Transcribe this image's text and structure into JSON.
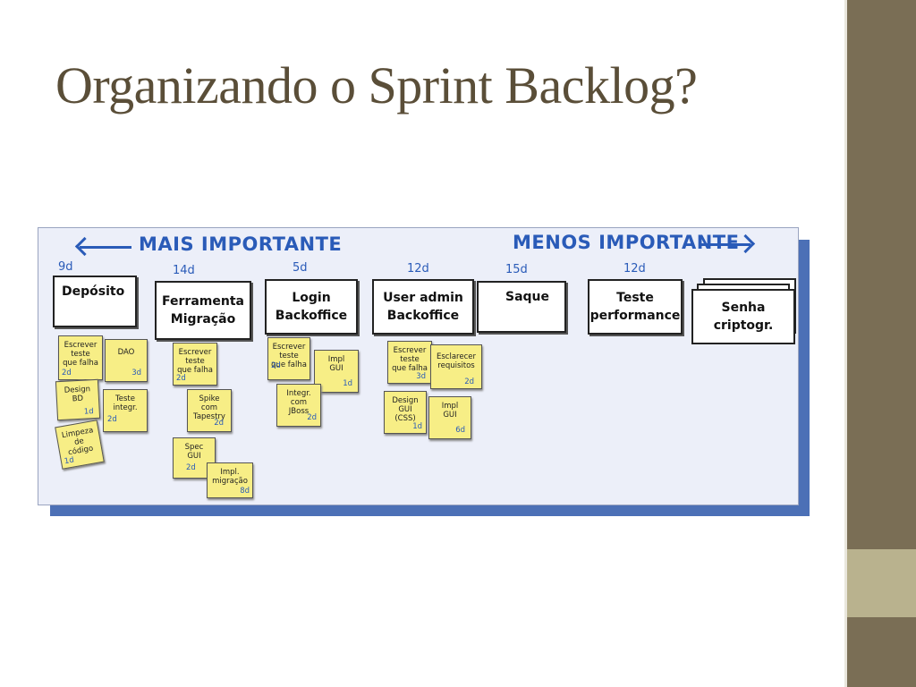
{
  "slide": {
    "title": "Organizando o Sprint Backlog?"
  },
  "board": {
    "left_label": "Mais importante",
    "right_label": "Menos importante",
    "stories": [
      {
        "estimate": "9d",
        "name": "Depósito"
      },
      {
        "estimate": "14d",
        "name": "Ferramenta\nMigração"
      },
      {
        "estimate": "5d",
        "name": "Login\nBackoffice"
      },
      {
        "estimate": "12d",
        "name": "User admin\nBackoffice"
      },
      {
        "estimate": "15d",
        "name": "Saque"
      },
      {
        "estimate": "12d",
        "name": "Teste\nperformance"
      },
      {
        "estimate": "",
        "name": "Senha\ncriptogr."
      }
    ],
    "tasks": [
      {
        "text": "Escrever\nteste\nque falha",
        "estimate": "2d"
      },
      {
        "text": "DAO",
        "estimate": "3d"
      },
      {
        "text": "Design\nBD",
        "estimate": "1d"
      },
      {
        "text": "Teste\nintegr.",
        "estimate": "2d"
      },
      {
        "text": "Limpeza\nde\ncódigo",
        "estimate": "1d"
      },
      {
        "text": "Escrever\nteste\nque falha",
        "estimate": "2d"
      },
      {
        "text": "Spike\ncom\nTapestry",
        "estimate": "2d"
      },
      {
        "text": "Spec\nGUI",
        "estimate": "2d"
      },
      {
        "text": "Impl.\nmigração",
        "estimate": "8d"
      },
      {
        "text": "Escrever\nteste\nque falha",
        "estimate": "2d"
      },
      {
        "text": "Impl\nGUI",
        "estimate": "1d"
      },
      {
        "text": "Integr.\ncom\nJBoss",
        "estimate": "2d"
      },
      {
        "text": "Escrever\nteste\nque falha",
        "estimate": "3d"
      },
      {
        "text": "Esclarecer\nrequisitos",
        "estimate": "2d"
      },
      {
        "text": "Design\nGUI\n(CSS)",
        "estimate": "1d"
      },
      {
        "text": "Impl\nGUI",
        "estimate": "6d"
      }
    ]
  },
  "colors": {
    "sidebar": "#7a6e55",
    "sidebar_band": "#b9b28e",
    "title": "#5a4e38",
    "board_accent": "#2a5bb8",
    "sticky": "#f7ee86"
  }
}
